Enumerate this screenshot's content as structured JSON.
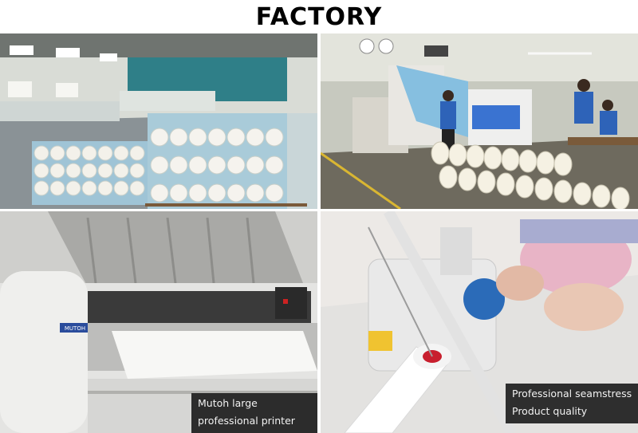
{
  "header": {
    "title": "FACTORY"
  },
  "panels": {
    "warehouse": {
      "description_icon": "fabric-rolls-photo"
    },
    "cutting_floor": {
      "description_icon": "workers-machine-photo"
    },
    "printer": {
      "brand_label": "MUTOH",
      "caption_line1": "Mutoh large",
      "caption_line2": "professional printer"
    },
    "sewing": {
      "caption_line1": "Professional seamstress",
      "caption_line2": "Product quality"
    }
  },
  "colors": {
    "warehouse_floor": "#8a9296",
    "fabric_blue": "#9fc4d6",
    "roll_white": "#f3f1ea",
    "worker_blue": "#2e63b8",
    "printer_body": "#e4e4e2",
    "caption_bg": "#141414"
  }
}
